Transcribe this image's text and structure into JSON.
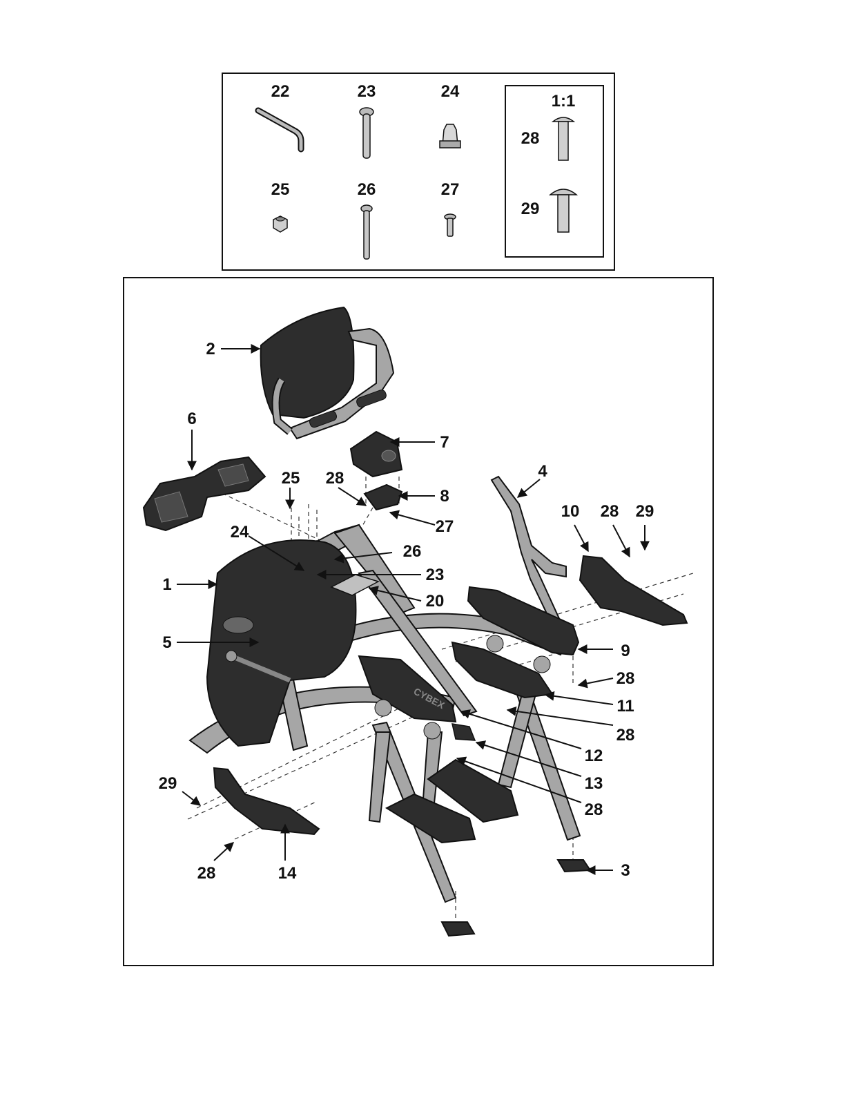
{
  "hardware_kit": {
    "items": [
      {
        "number": "22",
        "icon": "hex-key-icon"
      },
      {
        "number": "23",
        "icon": "long-bolt-icon"
      },
      {
        "number": "24",
        "icon": "square-nut-insert-icon"
      },
      {
        "number": "25",
        "icon": "lock-nut-icon"
      },
      {
        "number": "26",
        "icon": "extra-long-bolt-icon"
      },
      {
        "number": "27",
        "icon": "small-screw-icon"
      }
    ],
    "scale_box": {
      "scale": "1:1",
      "items": [
        {
          "number": "28",
          "icon": "pan-head-screw-icon"
        },
        {
          "number": "29",
          "icon": "large-pan-head-screw-icon"
        }
      ]
    }
  },
  "callouts": {
    "c1": "1",
    "c2": "2",
    "c3": "3",
    "c4": "4",
    "c5": "5",
    "c6": "6",
    "c7": "7",
    "c8": "8",
    "c9": "9",
    "c10": "10",
    "c11": "11",
    "c12": "12",
    "c13": "13",
    "c14": "14",
    "c20": "20",
    "c23": "23",
    "c24": "24",
    "c25": "25",
    "c26": "26",
    "c27": "27",
    "c28a": "28",
    "c28b": "28",
    "c28c": "28",
    "c28d": "28",
    "c28e": "28",
    "c28f": "28",
    "c29a": "29",
    "c29b": "29"
  },
  "brand_mark": "CYBEX",
  "colors": {
    "part_dark": "#2d2d2d",
    "frame": "#9a9a9a",
    "outline": "#111111"
  }
}
